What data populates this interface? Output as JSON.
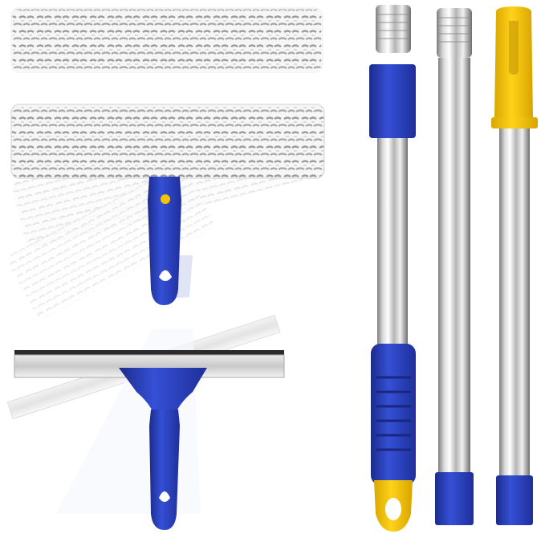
{
  "scene": {
    "background": "#ffffff",
    "colors": {
      "handle_blue": "#2a3fb8",
      "handle_blue_dark": "#1c2b8c",
      "cap_yellow": "#f5c400",
      "mop_white": "#f4f4f4",
      "mop_gray": "#9a9a9a",
      "steel_light": "#f2f2f2",
      "steel_dark": "#8a8a8a",
      "rubber_black": "#2b2b2b"
    },
    "objects": [
      {
        "name": "microfiber-pad-spare",
        "icon": "microfiber-pad-icon"
      },
      {
        "name": "microfiber-scrubber-head",
        "icon": "scrubber-icon"
      },
      {
        "name": "squeegee-blade-head",
        "icon": "squeegee-icon"
      },
      {
        "name": "extension-pole-grip-section",
        "icon": "pole-grip-icon"
      },
      {
        "name": "extension-pole-middle-section",
        "icon": "pole-icon"
      },
      {
        "name": "extension-pole-top-section",
        "icon": "pole-cap-icon"
      }
    ]
  }
}
